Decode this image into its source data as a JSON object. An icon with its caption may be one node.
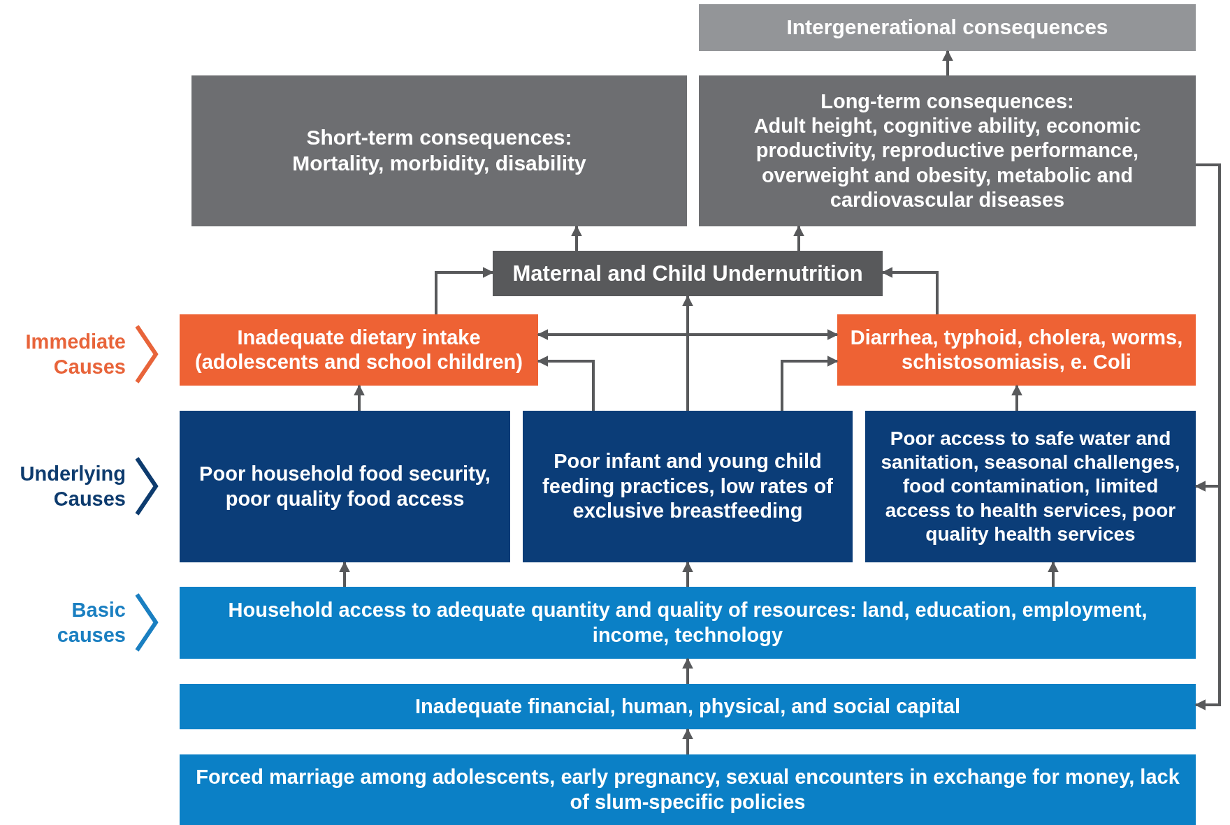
{
  "diagram": {
    "nodes": [
      {
        "text": [
          "Intergenerational consequences"
        ]
      },
      {
        "text": [
          "Short-term consequences:",
          "Mortality, morbidity, disability"
        ]
      },
      {
        "text": [
          "Long-term consequences:",
          "Adult height, cognitive ability, economic productivity, reproductive performance, overweight and obesity, metabolic and cardiovascular diseases"
        ]
      },
      {
        "text": [
          "Maternal and Child Undernutrition"
        ]
      },
      {
        "text": [
          "Inadequate dietary intake (adolescents and school children)"
        ]
      },
      {
        "text": [
          "Diarrhea, typhoid, cholera, worms, schistosomiasis, e. Coli"
        ]
      },
      {
        "text": [
          "Poor household food security, poor quality food access"
        ]
      },
      {
        "text": [
          "Poor infant and young child feeding practices, low rates of exclusive breastfeeding"
        ]
      },
      {
        "text": [
          "Poor access to safe water and sanitation, seasonal challenges, food contamination, limited access to health services, poor quality health services"
        ]
      },
      {
        "text": [
          "Household access to adequate quantity and quality of resources: land, education, employment, income, technology"
        ]
      },
      {
        "text": [
          "Inadequate financial, human, physical, and social capital"
        ]
      },
      {
        "text": [
          "Forced marriage among adolescents, early pregnancy, sexual encounters in exchange for money, lack of slum-specific policies"
        ]
      }
    ],
    "edges": [
      {
        "from": 2,
        "to": 0,
        "arrow": "to"
      },
      {
        "from": 3,
        "to": 1,
        "arrow": "to"
      },
      {
        "from": 3,
        "to": 2,
        "arrow": "to"
      },
      {
        "from": 4,
        "to": 3,
        "arrow": "to"
      },
      {
        "from": 5,
        "to": 3,
        "arrow": "to"
      },
      {
        "from": 4,
        "to": 5,
        "arrow": "both"
      },
      {
        "from": 7,
        "to": 3,
        "arrow": "to"
      },
      {
        "from": 7,
        "to": 4,
        "arrow": "to"
      },
      {
        "from": 7,
        "to": 5,
        "arrow": "to"
      },
      {
        "from": 6,
        "to": 4,
        "arrow": "to"
      },
      {
        "from": 8,
        "to": 5,
        "arrow": "to"
      },
      {
        "from": 9,
        "to": 6,
        "arrow": "to"
      },
      {
        "from": 9,
        "to": 7,
        "arrow": "to"
      },
      {
        "from": 9,
        "to": 8,
        "arrow": "to"
      },
      {
        "from": 10,
        "to": 9,
        "arrow": "to"
      },
      {
        "from": 11,
        "to": 10,
        "arrow": "to"
      },
      {
        "from": 2,
        "to": 8,
        "arrow": "to"
      },
      {
        "from": 2,
        "to": 10,
        "arrow": "to"
      }
    ],
    "labels": [
      "Immediate Causes",
      "Underlying Causes",
      "Basic causes"
    ]
  }
}
